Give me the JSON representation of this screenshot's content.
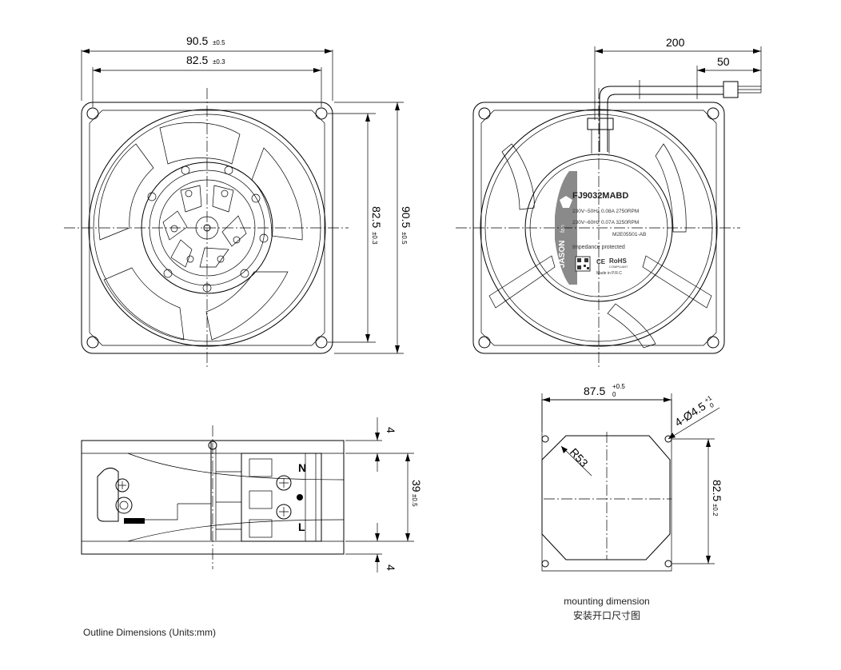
{
  "front_view": {
    "outer_width": "90.5",
    "outer_width_tol": "±0.5",
    "hole_pitch": "82.5",
    "hole_pitch_tol": "±0.3",
    "right_hole_pitch": "82.5",
    "right_hole_pitch_tol": "±0.3",
    "right_outer": "90.5",
    "right_outer_tol": "±0.5"
  },
  "back_view": {
    "lead_length": "200",
    "strip_length": "50",
    "label": {
      "model": "FJ9032MABD",
      "line1": "230V~50Hz  0.08A  2750RPM",
      "line2": "230V~60Hz  0.07A  3250RPM",
      "code": "M2E05501-AB",
      "feature": "Impedance protected",
      "brand": "JASON",
      "brand_small": "fan",
      "rohs": "RoHS",
      "rohs_small": "COMPLIANT",
      "ce": "CE",
      "origin": "Made in P.R.C"
    }
  },
  "side_view": {
    "top_gap": "4",
    "bottom_gap": "4",
    "depth": "39",
    "depth_tol": "±0.5",
    "terminal_n": "N",
    "terminal_l": "L"
  },
  "mounting": {
    "width": "87.5",
    "width_tol_upper": "+0.5",
    "width_tol_lower": "0",
    "hole_spec": "4-Ø4.5",
    "hole_tol_upper": "+1",
    "hole_tol_lower": "0",
    "radius": "R53",
    "height": "82.5",
    "height_tol": "±0.2",
    "caption_en": "mounting dimension",
    "caption_zh": "安装开口尺寸图"
  },
  "footer": {
    "caption": "Outline Dimensions (Units:mm)"
  }
}
